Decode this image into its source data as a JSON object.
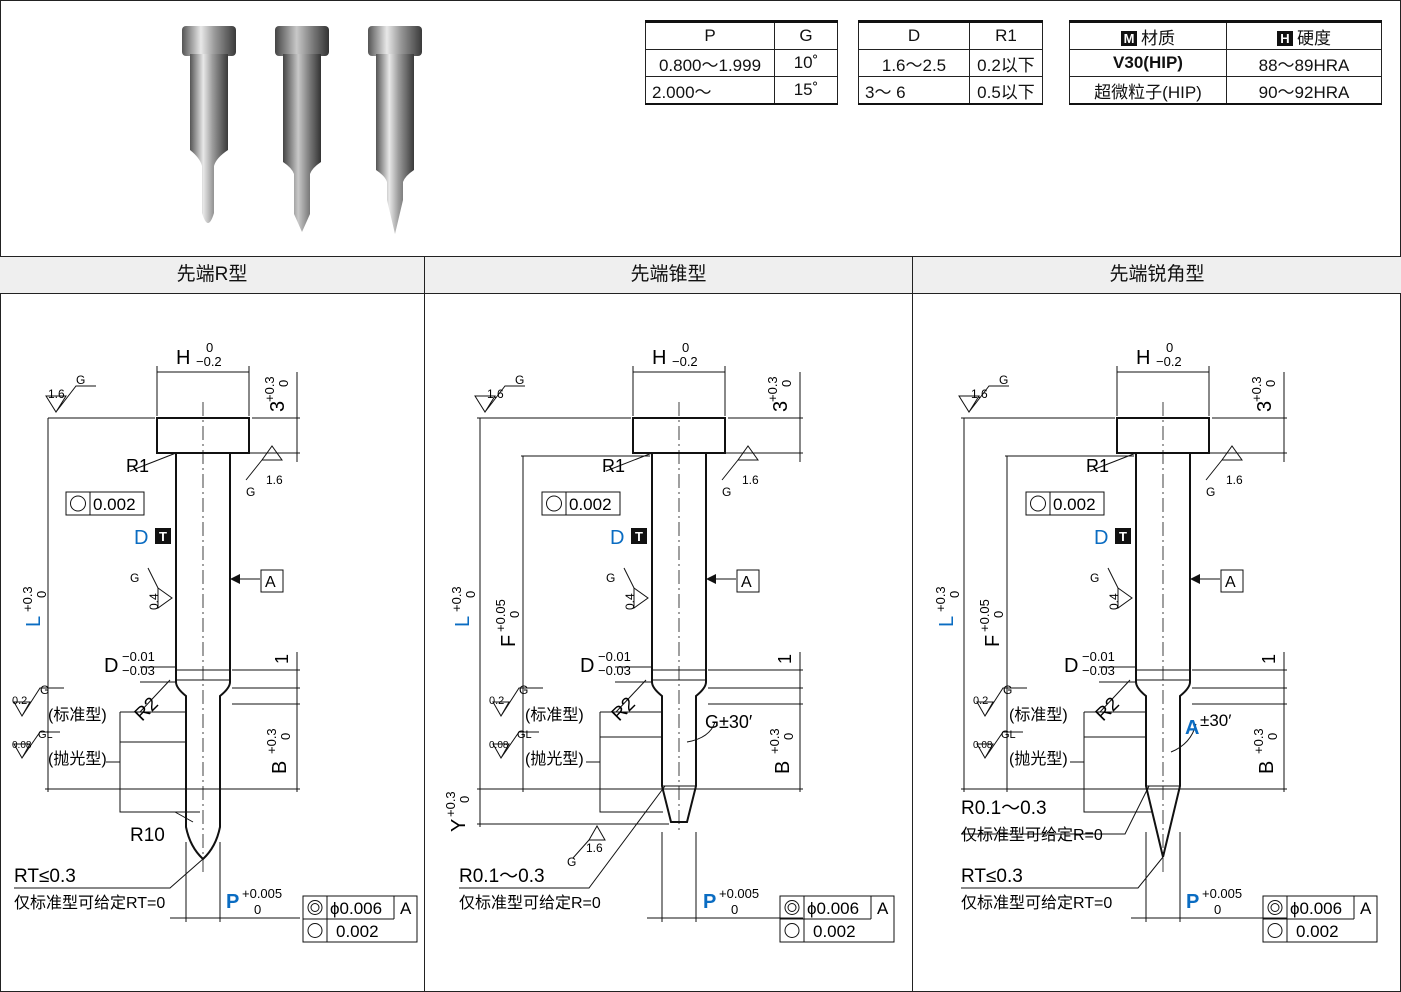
{
  "tables": {
    "pg": {
      "headers": [
        "P",
        "G"
      ],
      "rows": [
        [
          "0.800～1.999",
          "10˚"
        ],
        [
          "2.000～",
          "15˚"
        ]
      ]
    },
    "dr": {
      "headers": [
        "D",
        "R1"
      ],
      "rows": [
        [
          "1.6～2.5",
          "0.2以下"
        ],
        [
          "3～ 6",
          "0.5以下"
        ]
      ]
    },
    "material": {
      "headers": [
        {
          "badge": "M",
          "label": "材质"
        },
        {
          "badge": "H",
          "label": "硬度"
        }
      ],
      "rows": [
        [
          "V30(HIP)",
          "88～89HRA"
        ],
        [
          "超微粒子(HIP)",
          "90～92HRA"
        ]
      ]
    }
  },
  "sections": [
    {
      "title": "先端R型"
    },
    {
      "title": "先端锥型"
    },
    {
      "title": "先端锐角型"
    }
  ],
  "labels": {
    "h_sym": "H",
    "h_tol_upper": "0",
    "h_tol_lower": "−0.2",
    "three": "3",
    "three_tol_upper": "+0.3",
    "three_tol_lower": "0",
    "rough_16": "1.6",
    "rough_g": "G",
    "rough_04": "0.4",
    "rough_02": "0.2",
    "rough_008": "0.08",
    "rough_gl": "GL",
    "r1": "R1",
    "circ_tol": "0.002",
    "d_blue": "D",
    "t_badge": "T",
    "datum_a": "A",
    "l_sym": "L",
    "l_tol_upper": "+0.3",
    "l_tol_lower": "0",
    "f_sym": "F",
    "f_tol_upper": "+0.05",
    "f_tol_lower": "0",
    "d_sym": "D",
    "d_tol_upper": "−0.01",
    "d_tol_lower": "−0.03",
    "one": "1",
    "r2": "R2",
    "standard": "(标准型)",
    "polished": "(抛光型)",
    "b_sym": "B",
    "b_tol_upper": "+0.3",
    "b_tol_lower": "0",
    "y_sym": "Y",
    "y_tol_upper": "+0.3",
    "y_tol_lower": "0",
    "r10": "R10",
    "rt": "RT≤0.3",
    "rt_note": "仅标准型可给定RT=0",
    "r01": "R0.1～0.3",
    "r01_note": "仅标准型可给定R=0",
    "g_angle": "G±30′",
    "a_blue": "A",
    "a_angle": "±30′",
    "p_sym": "P",
    "p_tol_upper": "+0.005",
    "p_tol_lower": "0",
    "coax_val": "ϕ0.006",
    "coax_ref": "A",
    "circ_val2": "0.002"
  }
}
